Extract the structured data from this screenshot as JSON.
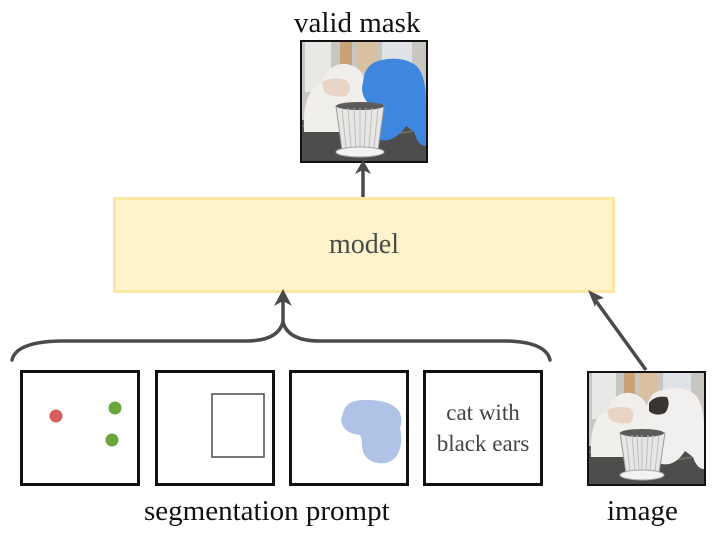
{
  "diagram": {
    "output": {
      "label": "valid mask",
      "image_icon": "cat-photo-with-blue-mask"
    },
    "model": {
      "label": "model"
    },
    "prompt_group": {
      "label": "segmentation prompt",
      "prompts": [
        {
          "type": "points",
          "icon": "points-icon",
          "points": [
            {
              "color": "#D95C5C",
              "kind": "negative"
            },
            {
              "color": "#6AA63C",
              "kind": "positive"
            },
            {
              "color": "#6AA63C",
              "kind": "positive"
            }
          ]
        },
        {
          "type": "box",
          "icon": "bounding-box-icon"
        },
        {
          "type": "mask",
          "icon": "mask-blob-icon",
          "color": "#AFC3E6"
        },
        {
          "type": "text",
          "line1": "cat with",
          "line2": "black ears"
        }
      ]
    },
    "input": {
      "label": "image",
      "image_icon": "cat-photo"
    },
    "colors": {
      "model_fill": "#FFF3CC",
      "model_border": "#FCE6A4",
      "arrow": "#4A4A4A",
      "mask_blue": "#3F86E0"
    }
  }
}
